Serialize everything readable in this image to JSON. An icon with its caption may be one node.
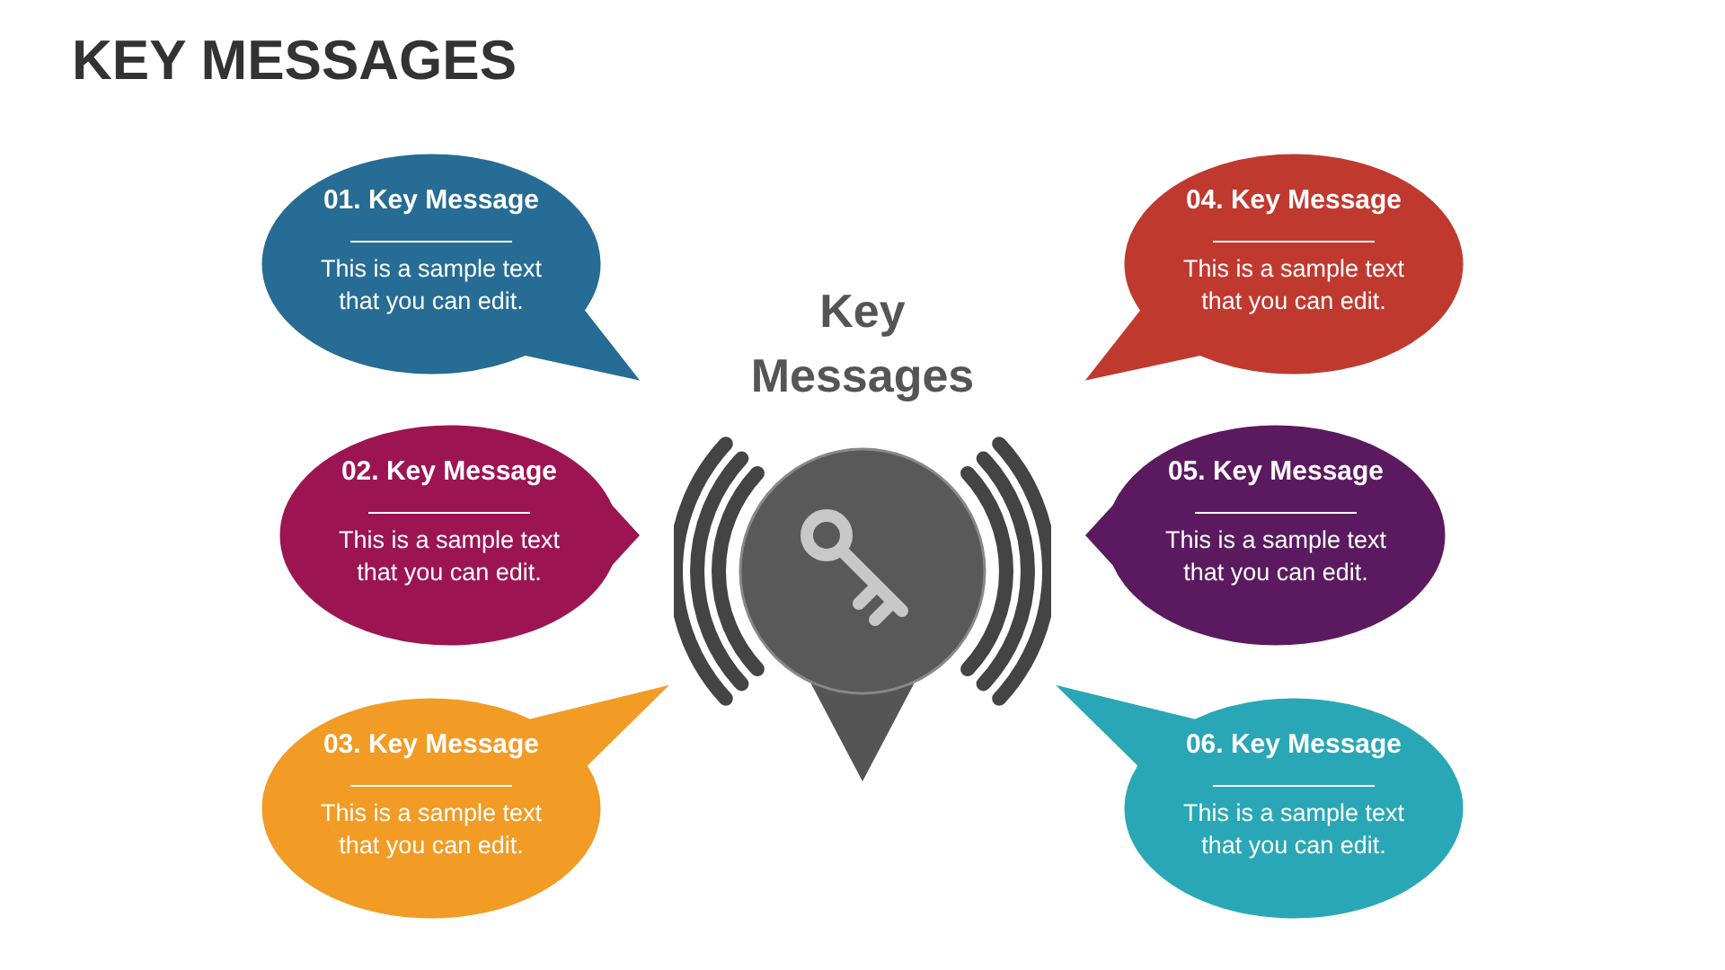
{
  "diagram": {
    "title": "KEY MESSAGES",
    "nodes": [
      {
        "text": [
          "01. Key Message",
          "This is a sample text that you can edit."
        ]
      },
      {
        "text": [
          "02. Key Message",
          "This is a sample text that you can edit."
        ]
      },
      {
        "text": [
          "03. Key Message",
          "This is a sample text that you can edit."
        ]
      },
      {
        "text": [
          "04. Key Message",
          "This is a sample text that you can edit."
        ]
      },
      {
        "text": [
          "05. Key Message",
          "This is a sample text that you can edit."
        ]
      },
      {
        "text": [
          "06. Key Message",
          "This is a sample text that you can edit."
        ]
      },
      {
        "text": [
          "Key Messages"
        ]
      }
    ]
  }
}
